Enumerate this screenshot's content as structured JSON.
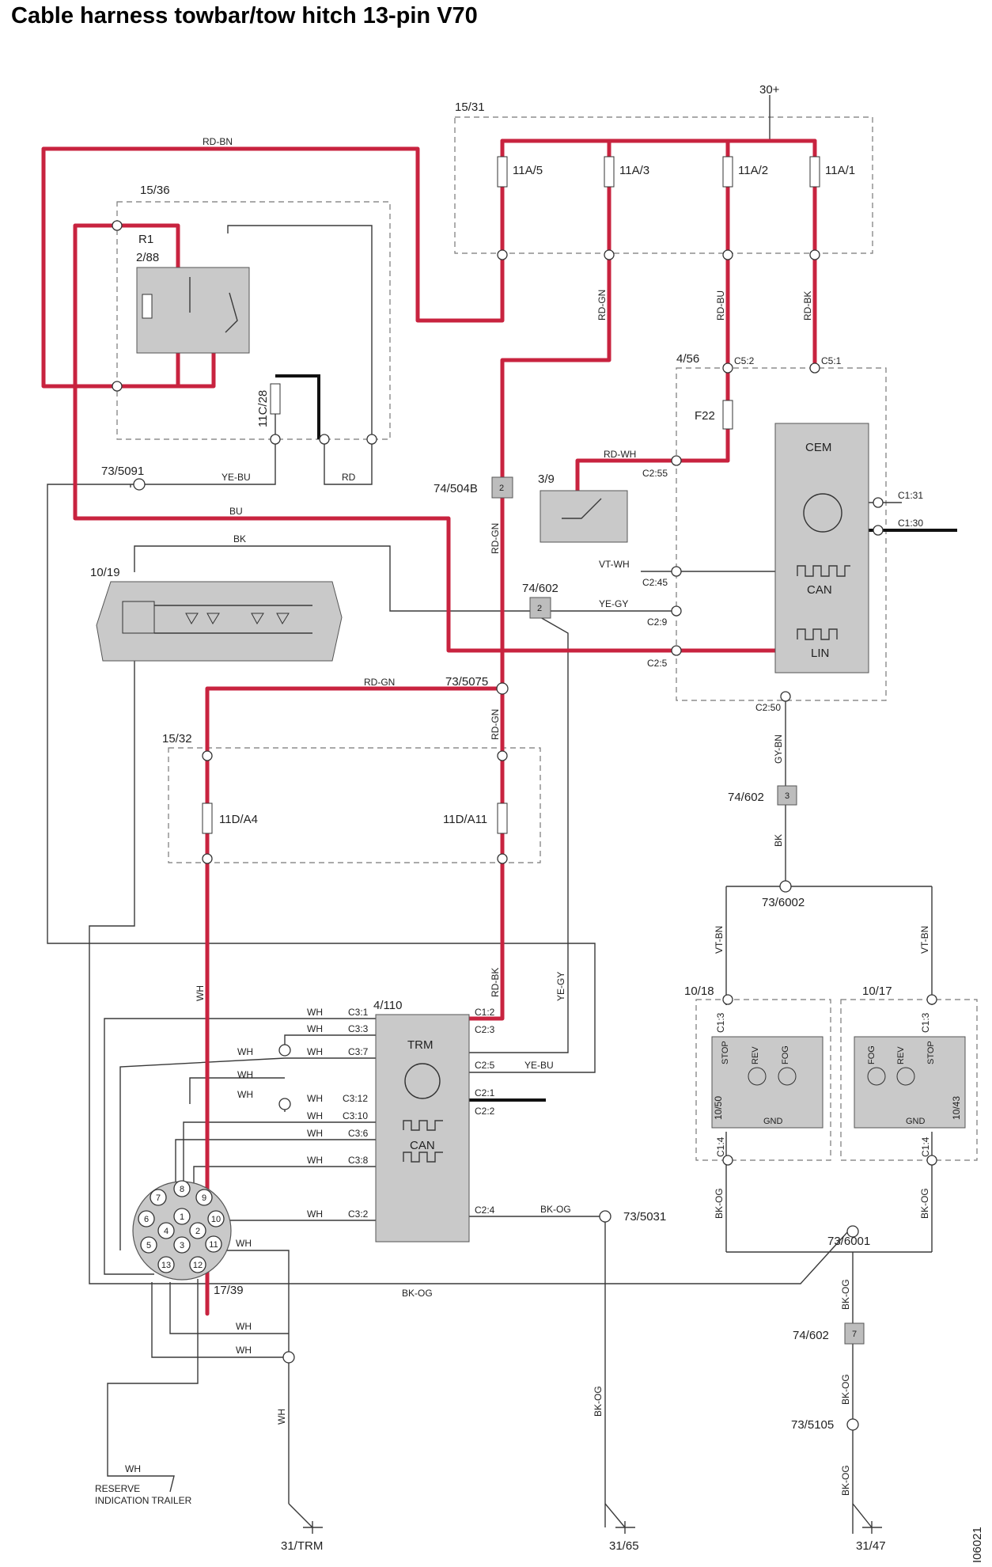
{
  "title": "Cable harness towbar/tow hitch 13-pin V70",
  "supply": "30+",
  "diagram_code": "I06021",
  "fuse_box_top": {
    "ref": "15/31",
    "fuses": [
      "11A/5",
      "11A/3",
      "11A/2",
      "11A/1"
    ]
  },
  "relay_block": {
    "ref": "15/36",
    "relay_name": "R1",
    "relay_ref": "2/88",
    "fuse": "11C/28"
  },
  "cem": {
    "ref": "4/56",
    "name": "CEM",
    "fuse": "F22",
    "can_label": "CAN",
    "lin_label": "LIN",
    "pins": [
      "C5:2",
      "C5:1",
      "C2:55",
      "C2:45",
      "C2:9",
      "C2:5",
      "C2:50",
      "C1:31",
      "C1:30"
    ]
  },
  "switch_ref": "3/9",
  "light_unit_ref": "10/19",
  "fuse_box_mid": {
    "ref": "15/32",
    "fuses": [
      "11D/A4",
      "11D/A11"
    ]
  },
  "trm": {
    "ref": "4/110",
    "name": "TRM",
    "can_label": "CAN",
    "pins": [
      "C3:1",
      "C3:3",
      "C3:7",
      "C3:12",
      "C3:10",
      "C3:6",
      "C3:8",
      "C3:2",
      "C1:2",
      "C2:3",
      "C2:5",
      "C2:1",
      "C2:2",
      "C2:4"
    ]
  },
  "socket": {
    "ref": "17/39",
    "pins": [
      "1",
      "2",
      "3",
      "4",
      "5",
      "6",
      "7",
      "8",
      "9",
      "10",
      "11",
      "12",
      "13"
    ]
  },
  "lamps_left": {
    "ref": "10/18",
    "inner": "10/50",
    "labels": [
      "STOP",
      "REV",
      "FOG"
    ],
    "gnd": "GND",
    "pins": [
      "C1:3",
      "C1:4"
    ]
  },
  "lamps_right": {
    "ref": "10/17",
    "inner": "10/43",
    "labels": [
      "FOG",
      "REV",
      "STOP"
    ],
    "gnd": "GND",
    "pins": [
      "C1:3",
      "C1:4"
    ]
  },
  "connectors": [
    "74/504B",
    "74/602",
    "74/602",
    "74/602"
  ],
  "connector_pins": [
    "2",
    "2",
    "3",
    "7"
  ],
  "splices": [
    "73/5091",
    "73/5075",
    "73/6002",
    "73/5031",
    "73/6001",
    "73/5105"
  ],
  "grounds": [
    "31/TRM",
    "31/65",
    "31/47"
  ],
  "wire_colors": {
    "rd_bn": "RD-BN",
    "rd_gn": "RD-GN",
    "rd_bu": "RD-BU",
    "rd_bk": "RD-BK",
    "rd_wh": "RD-WH",
    "vt_wh": "VT-WH",
    "ye_gy": "YE-GY",
    "ye_bu": "YE-BU",
    "rd": "RD",
    "bu": "BU",
    "bk": "BK",
    "gy_bn": "GY-BN",
    "vt_bn": "VT-BN",
    "bk_og": "BK-OG",
    "wh": "WH"
  },
  "reserve_label": [
    "RESERVE",
    "INDICATION TRAILER"
  ],
  "colors": {
    "power_wire": "#c8233f",
    "module_fill": "#c9c9c9",
    "line": "#3a3a3a"
  }
}
